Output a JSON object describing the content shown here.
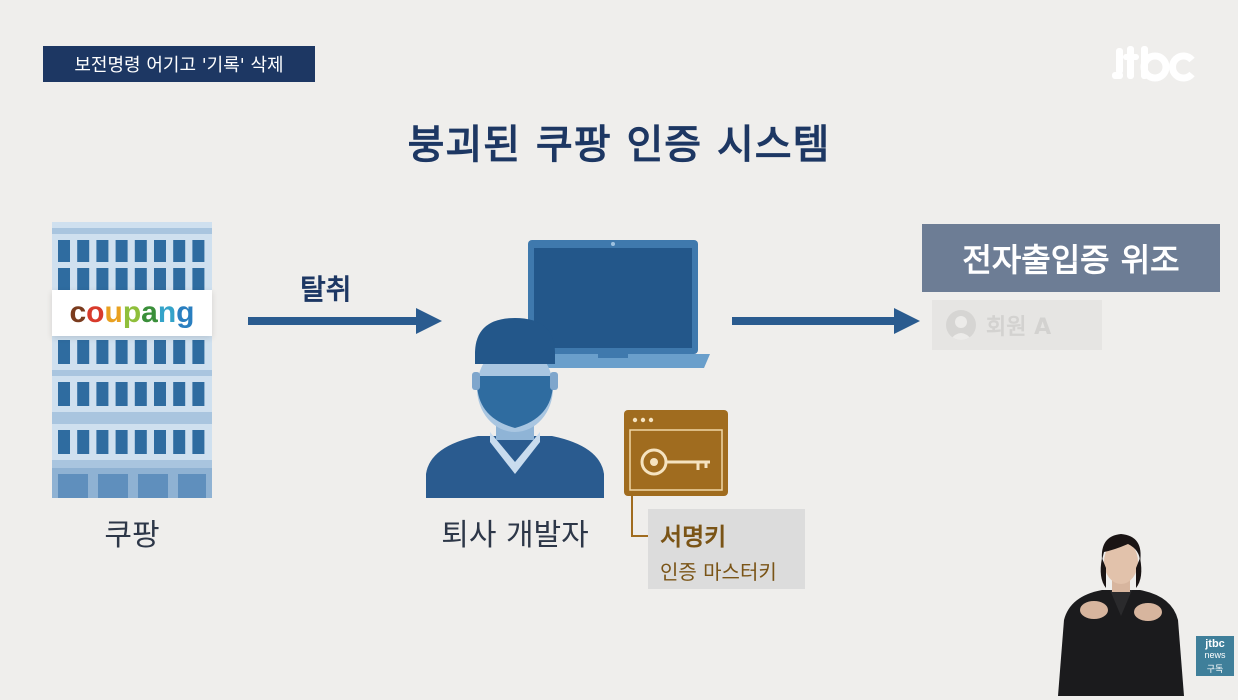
{
  "caption": "보전명령 어기고 '기록' 삭제",
  "broadcaster": "jtbc",
  "title": "붕괴된 쿠팡 인증 시스템",
  "company": {
    "logo_text": "coupang",
    "logo_letters": [
      {
        "ch": "c",
        "color": "#7a3b1e"
      },
      {
        "ch": "o",
        "color": "#d83a2b"
      },
      {
        "ch": "u",
        "color": "#e9a020"
      },
      {
        "ch": "p",
        "color": "#8fbf3b"
      },
      {
        "ch": "a",
        "color": "#3a8f3a"
      },
      {
        "ch": "n",
        "color": "#34a3c9"
      },
      {
        "ch": "g",
        "color": "#2a7fc0"
      }
    ],
    "label": "쿠팡"
  },
  "arrow_label": "탈취",
  "developer_label": "퇴사 개발자",
  "signing_key": {
    "title": "서명키",
    "subtitle": "인증 마스터키"
  },
  "forgery_label": "전자출입증 위조",
  "member_label": "회원 A",
  "news_badge": {
    "line1": "jtbc",
    "line2": "news",
    "line3": "구독"
  },
  "colors": {
    "navy": "#1d3763",
    "arrow_blue": "#2a5b8f",
    "key_brown": "#a06c1f",
    "building_blue": "#2f6ca0"
  }
}
